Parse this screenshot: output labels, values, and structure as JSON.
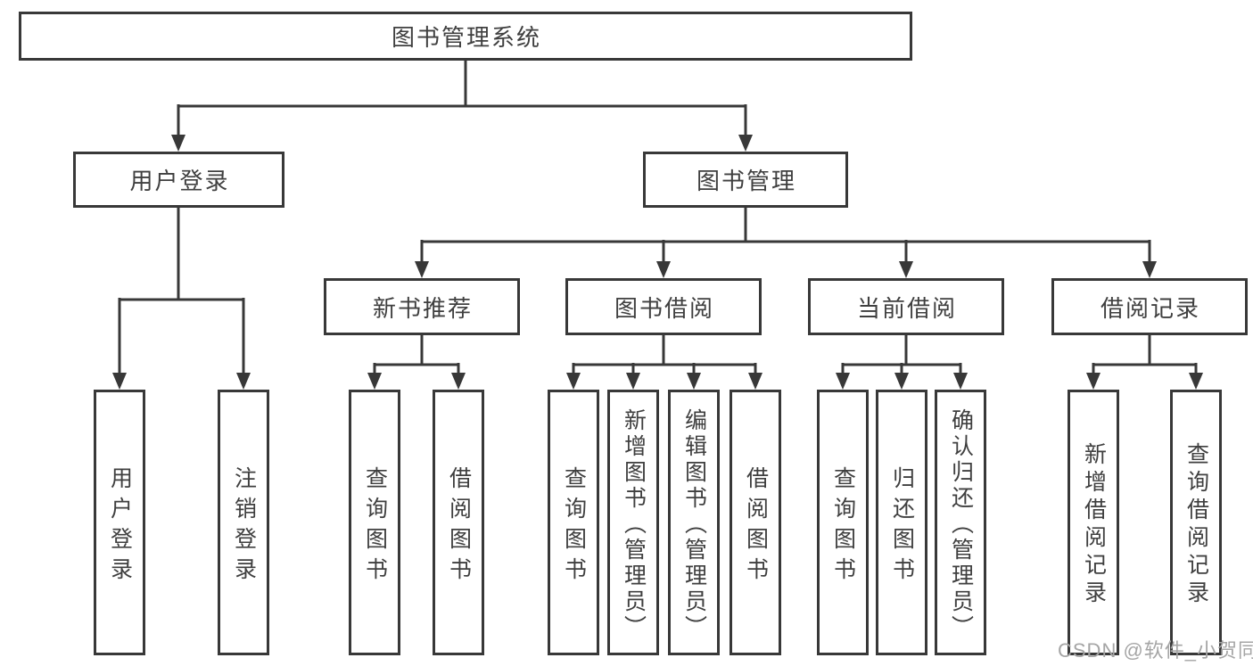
{
  "diagram_title": "图书管理系统",
  "nodes": {
    "root": "图书管理系统",
    "user_login_group": "用户登录",
    "book_mgmt": "图书管理",
    "new_book_rec": "新书推荐",
    "book_borrow": "图书借阅",
    "current_borrow": "当前借阅",
    "borrow_records": "借阅记录",
    "leaf_user_login": "用户登录",
    "leaf_logout": "注销登录",
    "leaf_rec_query": "查询图书",
    "leaf_rec_borrow": "借阅图书",
    "leaf_bb_query": "查询图书",
    "leaf_bb_add": "新增图书（管理员）",
    "leaf_bb_edit": "编辑图书（管理员）",
    "leaf_bb_borrow": "借阅图书",
    "leaf_cb_query": "查询图书",
    "leaf_cb_return": "归还图书",
    "leaf_cb_confirm": "确认归还（管理员）",
    "leaf_br_add": "新增借阅记录",
    "leaf_br_query": "查询借阅记录"
  },
  "hierarchy": {
    "图书管理系统": {
      "用户登录": [
        "用户登录",
        "注销登录"
      ],
      "图书管理": {
        "新书推荐": [
          "查询图书",
          "借阅图书"
        ],
        "图书借阅": [
          "查询图书",
          "新增图书（管理员）",
          "编辑图书（管理员）",
          "借阅图书"
        ],
        "当前借阅": [
          "查询图书",
          "归还图书",
          "确认归还（管理员）"
        ],
        "借阅记录": [
          "新增借阅记录",
          "查询借阅记录"
        ]
      }
    }
  },
  "watermark": "CSDN @软件_小贺同学",
  "colors": {
    "line": "#383838",
    "text": "#3f3f3f",
    "box_background": "#ffffff",
    "watermark": "#a5a5a5"
  }
}
